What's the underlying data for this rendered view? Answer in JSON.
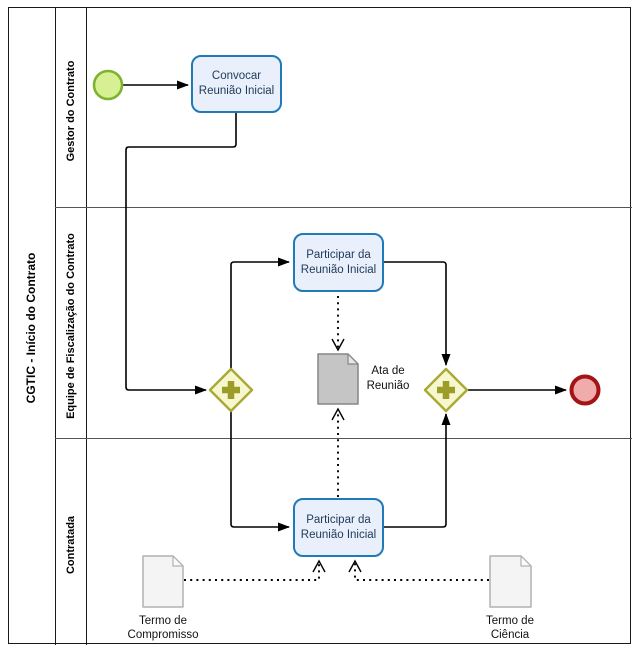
{
  "pool": {
    "title": "CGTIC - Início do Contrato"
  },
  "lanes": [
    {
      "label": "Gestor do Contrato"
    },
    {
      "label": "Equipe de Fiscalização do Contrato"
    },
    {
      "label": "Contratada"
    }
  ],
  "nodes": {
    "start_event": {
      "type": "start-event"
    },
    "end_event": {
      "type": "end-event"
    },
    "gateway_split": {
      "type": "parallel-gateway"
    },
    "gateway_join": {
      "type": "parallel-gateway"
    },
    "task_convocar": {
      "label": "Convocar Reunião Inicial",
      "lines": [
        "Convocar",
        "Reunião Inicial"
      ]
    },
    "task_participar_fiscalizacao": {
      "label": "Participar da Reunião Inicial",
      "lines": [
        "Participar da",
        "Reunião Inicial"
      ]
    },
    "task_participar_contratada": {
      "label": "Participar da Reunião Inicial",
      "lines": [
        "Participar da",
        "Reunião Inicial"
      ]
    },
    "doc_ata": {
      "label": "Ata de Reunião",
      "lines": [
        "Ata de",
        "Reunião"
      ]
    },
    "doc_compromisso": {
      "label": "Termo de Compromisso",
      "lines": [
        "Termo de",
        "Compromisso"
      ]
    },
    "doc_ciencia": {
      "label": "Termo de Ciência",
      "lines": [
        "Termo de",
        "Ciência"
      ]
    }
  },
  "colors": {
    "task_border": "#2079b8",
    "task_fill": "#e9effb",
    "task_text": "#1e3a5a",
    "gateway_fill": "#f7f7cf",
    "gateway_border": "#a9a934",
    "gateway_symbol": "#9c9c28",
    "start_fill": "#d7f093",
    "start_border": "#7fb231",
    "end_fill": "#f0abab",
    "end_border": "#a31515",
    "doc_ata_fill": "#c5c5c5",
    "doc_ata_border": "#858585",
    "doc_light_fill": "#f4f4f4",
    "doc_light_border": "#b2b2b2",
    "flow_line": "#000000",
    "lane_divider": "#555555",
    "pool_border": "#1a1a1a"
  }
}
